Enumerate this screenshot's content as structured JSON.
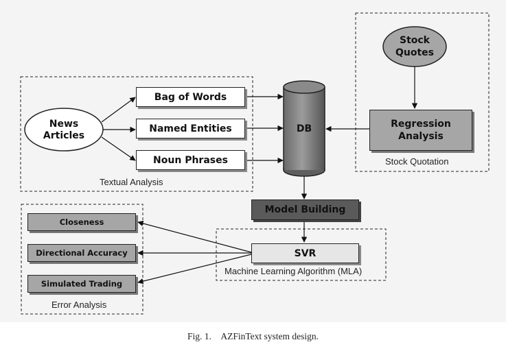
{
  "nodes": {
    "news_articles_line1": "News",
    "news_articles_line2": "Articles",
    "bag_of_words": "Bag of Words",
    "named_entities": "Named Entities",
    "noun_phrases": "Noun Phrases",
    "db": "DB",
    "stock_quotes_line1": "Stock",
    "stock_quotes_line2": "Quotes",
    "regression_analysis_line1": "Regression",
    "regression_analysis_line2": "Analysis",
    "model_building": "Model Building",
    "svr": "SVR",
    "closeness": "Closeness",
    "directional_accuracy": "Directional Accuracy",
    "simulated_trading": "Simulated Trading"
  },
  "groups": {
    "textual_analysis": "Textual Analysis",
    "stock_quotation": "Stock Quotation",
    "mla": "Machine Learning Algorithm (MLA)",
    "error_analysis": "Error Analysis"
  },
  "caption": "Fig. 1. AZFinText system design."
}
